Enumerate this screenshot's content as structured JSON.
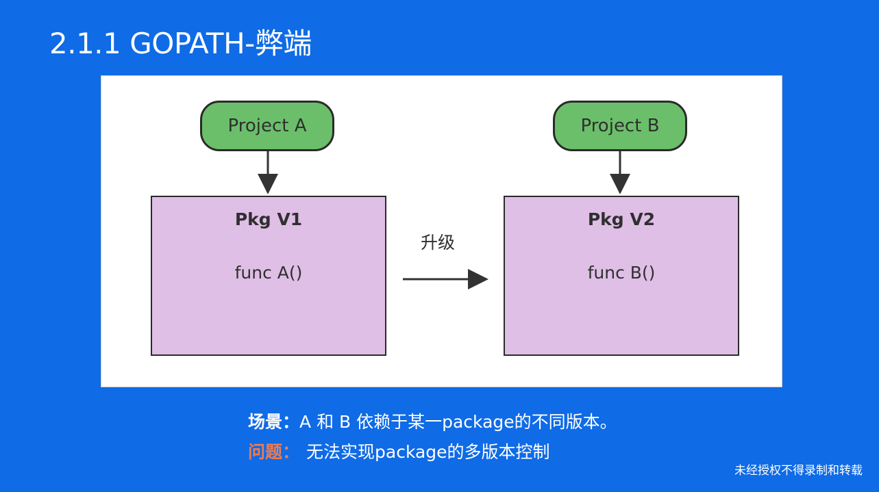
{
  "slide": {
    "title": "2.1.1 GOPATH-弊端"
  },
  "diagram": {
    "project_a": "Project A",
    "project_b": "Project B",
    "pkg_v1": {
      "title": "Pkg V1",
      "func": "func A()"
    },
    "pkg_v2": {
      "title": "Pkg V2",
      "func": "func B()"
    },
    "upgrade_label": "升级"
  },
  "captions": {
    "scene_key": "场景：",
    "scene_text": "A 和 B 依赖于某一package的不同版本。",
    "problem_key": "问题：",
    "problem_text": "无法实现package的多版本控制"
  },
  "footer": {
    "note": "未经授权不得录制和转载"
  },
  "colors": {
    "background": "#0f6be6",
    "project_node": "#6bbf6a",
    "package_box": "#dfbfe6",
    "problem_accent": "#f07b4e"
  }
}
